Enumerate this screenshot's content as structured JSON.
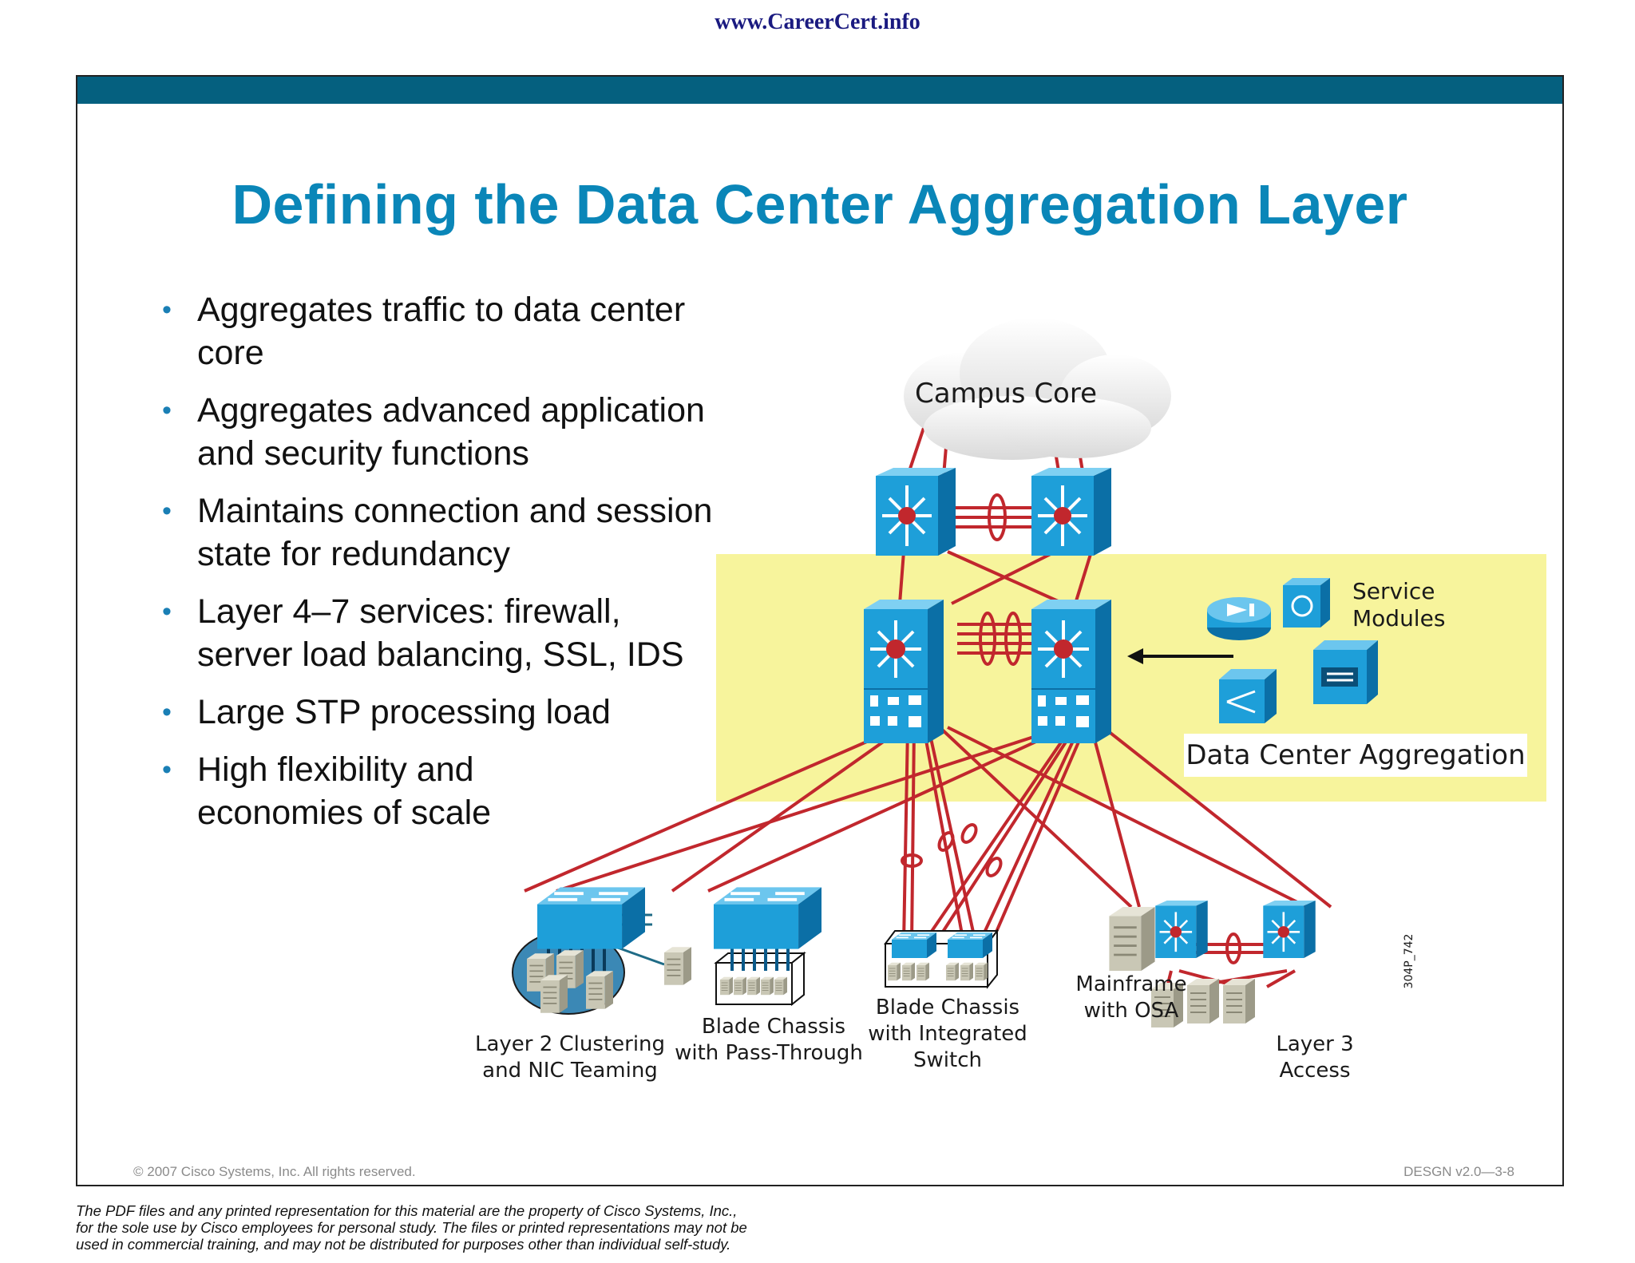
{
  "header": {
    "url": "www.CareerCert.info"
  },
  "slide": {
    "title": "Defining the Data Center Aggregation Layer",
    "bullets": [
      {
        "lines": [
          "Aggregates traffic to data center",
          "core"
        ]
      },
      {
        "lines": [
          "Aggregates advanced application",
          "and security functions"
        ]
      },
      {
        "lines": [
          "Maintains connection and session",
          "state for redundancy"
        ]
      },
      {
        "lines": [
          "Layer 4–7 services: firewall,",
          "server load balancing, SSL, IDS"
        ]
      },
      {
        "lines": [
          "Large STP processing load"
        ]
      },
      {
        "lines": [
          "High flexibility and",
          "economies of scale"
        ]
      }
    ],
    "bullet_glyph": "•",
    "footer": {
      "copyright": "© 2007 Cisco Systems, Inc. All rights reserved.",
      "course_code": "DESGN v2.0—3-8"
    }
  },
  "diagram": {
    "campus_core_label": "Campus Core",
    "service_modules_label": [
      "Service",
      "Modules"
    ],
    "aggregation_label": "Data Center Aggregation",
    "figure_id": "304P_742",
    "endpoints": [
      {
        "id": "l2-clustering",
        "lines": [
          "Layer 2 Clustering",
          "and NIC Teaming"
        ]
      },
      {
        "id": "blade-passthrough",
        "lines": [
          "Blade Chassis",
          "with Pass-Through"
        ]
      },
      {
        "id": "blade-integrated",
        "lines": [
          "Blade Chassis",
          "with Integrated",
          "Switch"
        ]
      },
      {
        "id": "mainframe",
        "lines": [
          "Mainframe",
          "with OSA"
        ]
      },
      {
        "id": "layer3-access",
        "lines": [
          "Layer 3",
          "Access"
        ]
      }
    ],
    "colors": {
      "link": "#c1272d",
      "device": "#1e9fd9",
      "device_dark": "#0b6fa6",
      "highlight": "#f7f49c",
      "server": "#c9c7b5"
    }
  },
  "disclaimer": [
    "The PDF files and any printed representation for this material are the property of Cisco Systems, Inc.,",
    "for the sole use by Cisco employees for personal study. The files or printed representations may not be",
    "used in commercial training, and may not be distributed for purposes other than individual self-study."
  ]
}
